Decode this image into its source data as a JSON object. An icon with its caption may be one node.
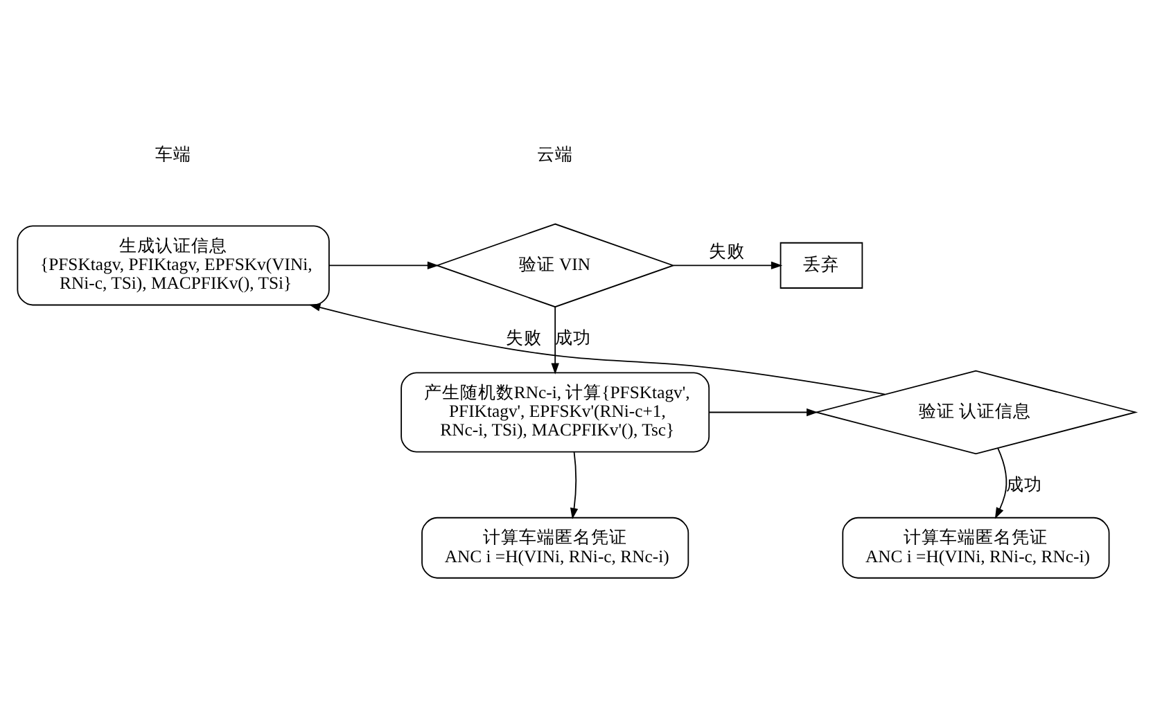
{
  "diagram": {
    "nodes": [
      {
        "text": [
          "生成认证信息",
          "{PFSKtagv, PFIKtagv, EPFSKv(VINi, RNi-c, TSi), MACPFIKv(), TSi}"
        ]
      },
      {
        "text": [
          "验证 VIN"
        ]
      },
      {
        "text": [
          "丢弃"
        ]
      },
      {
        "text": [
          "产生随机数RNc-i, 计算{PFSKtagv', PFIKtagv', EPFSKv'(RNi-c+1, RNc-i, TSi), MACPFIKv'(), Tsc}"
        ]
      },
      {
        "text": [
          "验证 认证信息"
        ]
      },
      {
        "text": [
          "计算车端匿名凭证",
          "ANC i =H(VINi, RNi-c, RNc-i)"
        ]
      },
      {
        "text": [
          "计算车端匿名凭证",
          "ANC i =H(VINi, RNi-c, RNc-i)"
        ]
      }
    ],
    "edges": [
      {
        "from": 0,
        "to": 1,
        "arrow": "to"
      },
      {
        "from": 1,
        "to": 2,
        "arrow": "to",
        "label": "失败"
      },
      {
        "from": 1,
        "to": 3,
        "arrow": "to",
        "label": "成功"
      },
      {
        "from": 3,
        "to": 4,
        "arrow": "to"
      },
      {
        "from": 4,
        "to": 0,
        "arrow": "to",
        "label": "失败"
      },
      {
        "from": 4,
        "to": 5,
        "arrow": "to",
        "label": "成功"
      },
      {
        "from": 3,
        "to": 6,
        "arrow": "to"
      }
    ],
    "labels": [
      "车端",
      "云端"
    ]
  }
}
